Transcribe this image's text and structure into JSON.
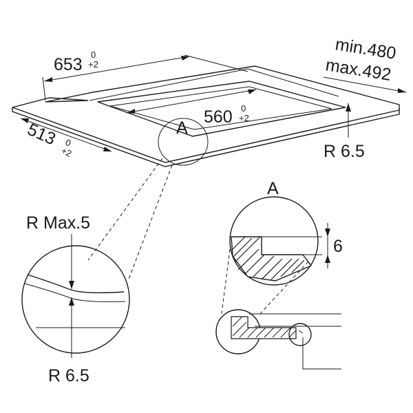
{
  "drawing": {
    "dim_width": "653",
    "dim_width_tol_top": "0",
    "dim_width_tol_bottom": "+2",
    "dim_inner": "560",
    "dim_inner_tol_top": "0",
    "dim_inner_tol_bottom": "+2",
    "dim_depth": "513",
    "dim_depth_tol_top": "0",
    "dim_depth_tol_bottom": "+2",
    "worktop_min": "min.480",
    "worktop_max": "max.492",
    "radius_corner": "R 6.5",
    "detail_marker": "A",
    "detail_a_label": "A",
    "radius_max": "R Max.5",
    "radius_bottom": "R 6.5",
    "rebate_depth": "6"
  }
}
